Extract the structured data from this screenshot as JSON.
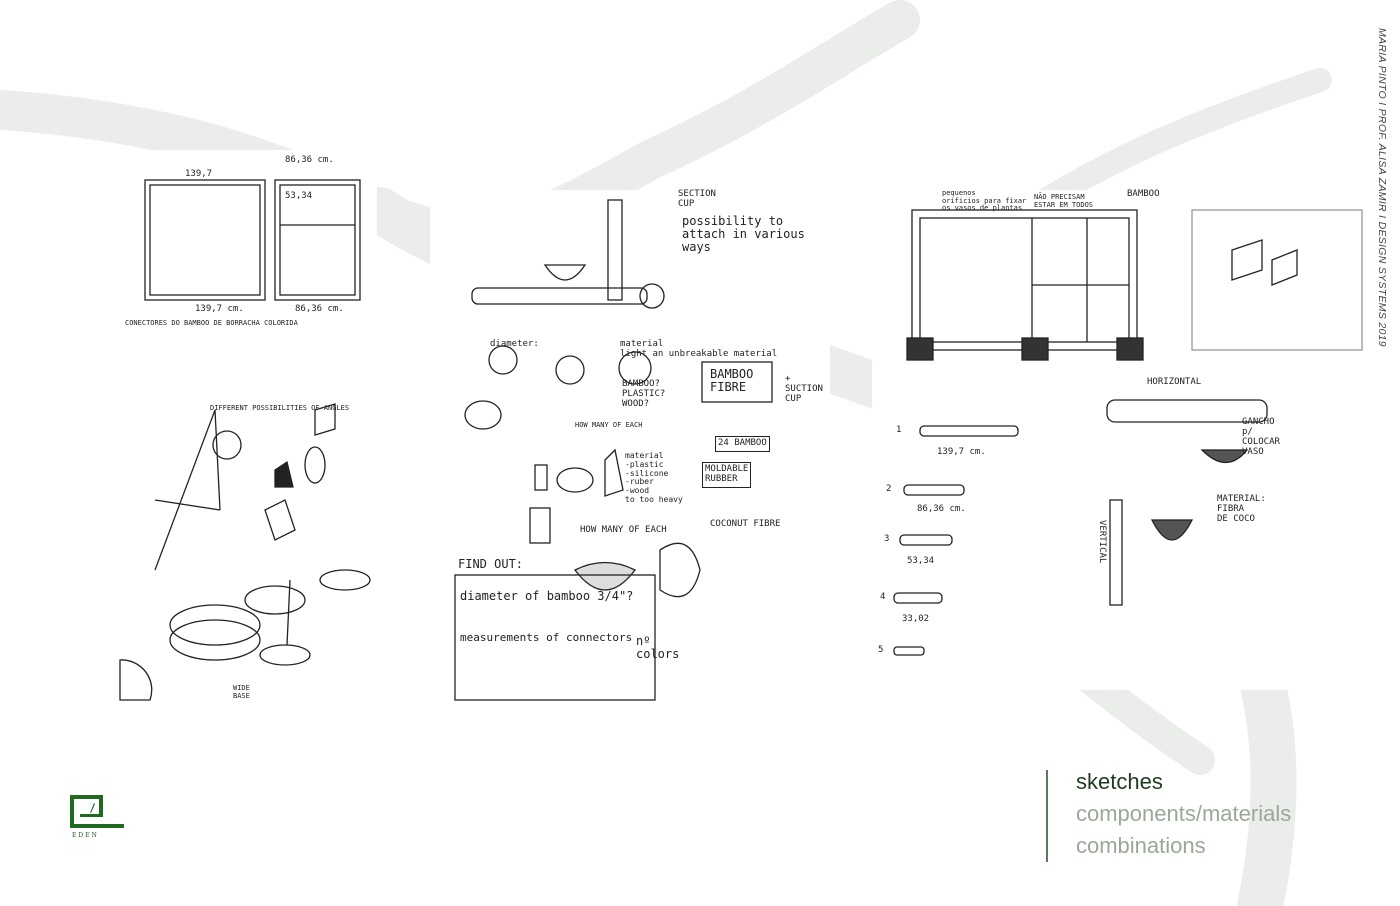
{
  "credits": "MARIA PINTO I PROF. ALISA ZAMIR I DESIGN SYSTEMS 2019",
  "logo": {
    "text": "EDEN",
    "color": "#1f6a1f"
  },
  "caption": {
    "lines": [
      "sketches",
      "components/materials",
      "combinations"
    ],
    "accent": "#1f3a1f",
    "muted": "#9aa89a"
  },
  "sketch1": {
    "dims": [
      "139,7",
      "86,36 cm.",
      "53,34",
      "139,7 cm.",
      "86,36 cm."
    ],
    "connectors": "CONECTORES DO BAMBOO DE BORRACHA COLORIDA",
    "angles": "DIFFERENT POSSIBILITIES OF ANGLES",
    "base": "WIDE\nBASE"
  },
  "sketch2": {
    "section_cup": "SECTION\nCUP",
    "attach": "possibility to\nattach in various\nways",
    "diameter": "diameter:",
    "material": "material\nlight an unbreakable material",
    "bamboo_q": "BAMBOO?\nPLASTIC?\nWOOD?",
    "bamboo_fibre": "BAMBOO\nFIBRE",
    "suction": "+\nSUCTION\nCUP",
    "how_many": "HOW MANY OF EACH",
    "bamboo24": "24 BAMBOO",
    "materials_list": "material\n-plastic\n-silicone\n-ruber\n-wood\nto too heavy",
    "rubber": "MOLDABLE\nRUBBER",
    "coconut": "COCONUT FIBRE",
    "find_out": "FIND OUT:",
    "q1": "diameter of bamboo 3/4\"?",
    "q2": "measurements of connectors",
    "q3": "nº\ncolors"
  },
  "sketch3": {
    "pequenos": "pequenos\norificios para fixar\nos vasos de plantas",
    "nao": "NÃO PRECISAM\nESTAR EM TODOS",
    "bamboo": "BAMBOO",
    "horizontal": "HORIZONTAL",
    "vertical": "VERTICAL",
    "gancho": "GANCHO\np/\nCOLOCAR\nVASO",
    "material": "MATERIAL:\nFIBRA\nDE COCO",
    "measures": [
      "139,7 cm.",
      "86,36 cm.",
      "53,34",
      "33,02"
    ],
    "nums": [
      "1",
      "2",
      "3",
      "4",
      "5"
    ]
  }
}
